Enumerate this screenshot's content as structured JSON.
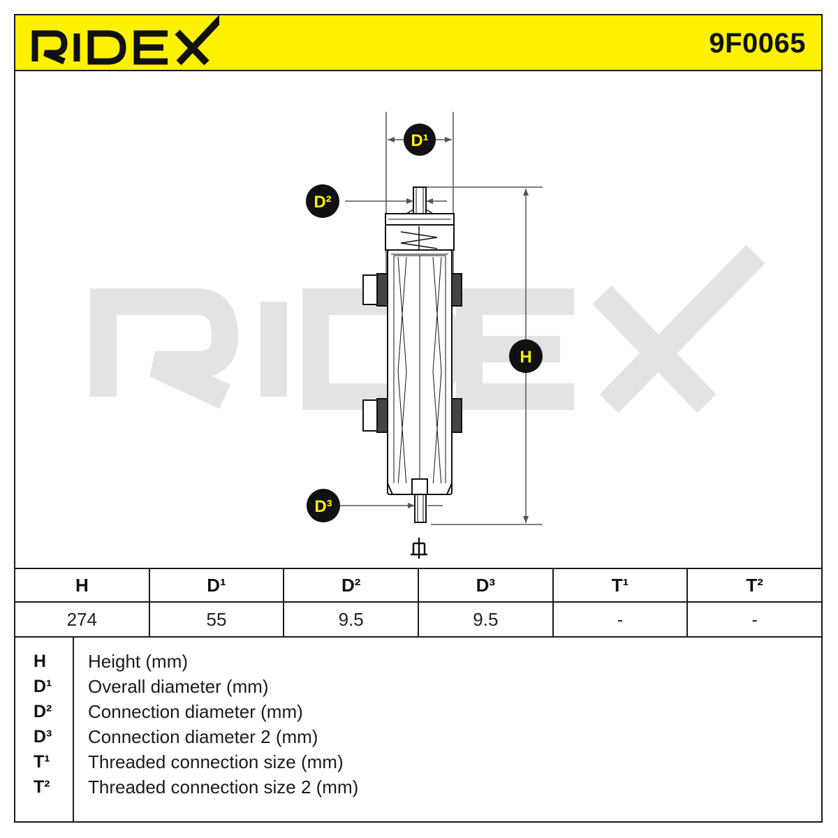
{
  "brand": {
    "logo_text": "RIDEX",
    "part_number": "9F0065",
    "header_color": "#fff200",
    "badge_color": "#fff200"
  },
  "diagram": {
    "labels": {
      "d1": "D¹",
      "d2": "D²",
      "d3": "D³",
      "h": "H"
    }
  },
  "specs": {
    "headers": [
      "H",
      "D¹",
      "D²",
      "D³",
      "T¹",
      "T²"
    ],
    "values": [
      "274",
      "55",
      "9.5",
      "9.5",
      "-",
      "-"
    ]
  },
  "legend": [
    {
      "key": "H",
      "text": "Height (mm)"
    },
    {
      "key": "D¹",
      "text": "Overall diameter (mm)"
    },
    {
      "key": "D²",
      "text": "Connection diameter (mm)"
    },
    {
      "key": "D³",
      "text": "Connection diameter 2 (mm)"
    },
    {
      "key": "T¹",
      "text": "Threaded connection size (mm)"
    },
    {
      "key": "T²",
      "text": "Threaded connection size 2 (mm)"
    }
  ]
}
